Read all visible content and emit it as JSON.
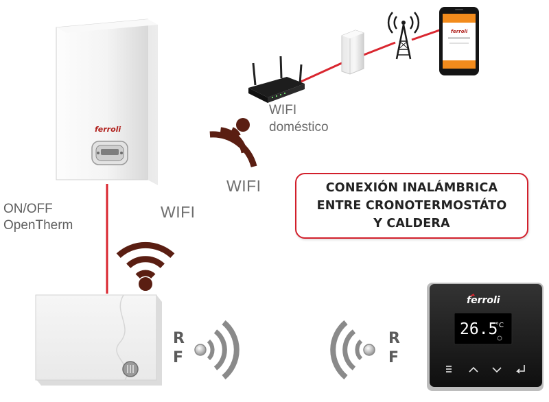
{
  "labels": {
    "wifi_domestico_line1": "WIFI",
    "wifi_domestico_line2": "doméstico",
    "wifi_1": "WIFI",
    "wifi_2": "WIFI",
    "onoff_line1": "ON/OFF",
    "onoff_line2": "OpenTherm",
    "rf_left_r": "R",
    "rf_left_f": "F",
    "rf_right_r": "R",
    "rf_right_f": "F"
  },
  "callout": {
    "line1": "CONEXIÓN INALÁMBRICA",
    "line2": "ENTRE CRONOTERMOSTÁTO",
    "line3": "Y CALDERA"
  },
  "boiler": {
    "brand": "ferroli"
  },
  "thermostat": {
    "brand": "ferroli",
    "temperature": "26.5",
    "unit": "°C"
  },
  "phone": {
    "brand": "ferroli"
  },
  "colors": {
    "connector_red": "#d9262f",
    "wifi_brown": "#5a1e12",
    "rf_gray": "#8a8a8a",
    "callout_border": "#d21f2b"
  },
  "icons": [
    "boiler-icon",
    "router-icon",
    "gateway-icon",
    "antenna-tower-icon",
    "smartphone-icon",
    "wifi-signal-icon",
    "receiver-box-icon",
    "rf-wave-icon",
    "thermostat-icon"
  ]
}
